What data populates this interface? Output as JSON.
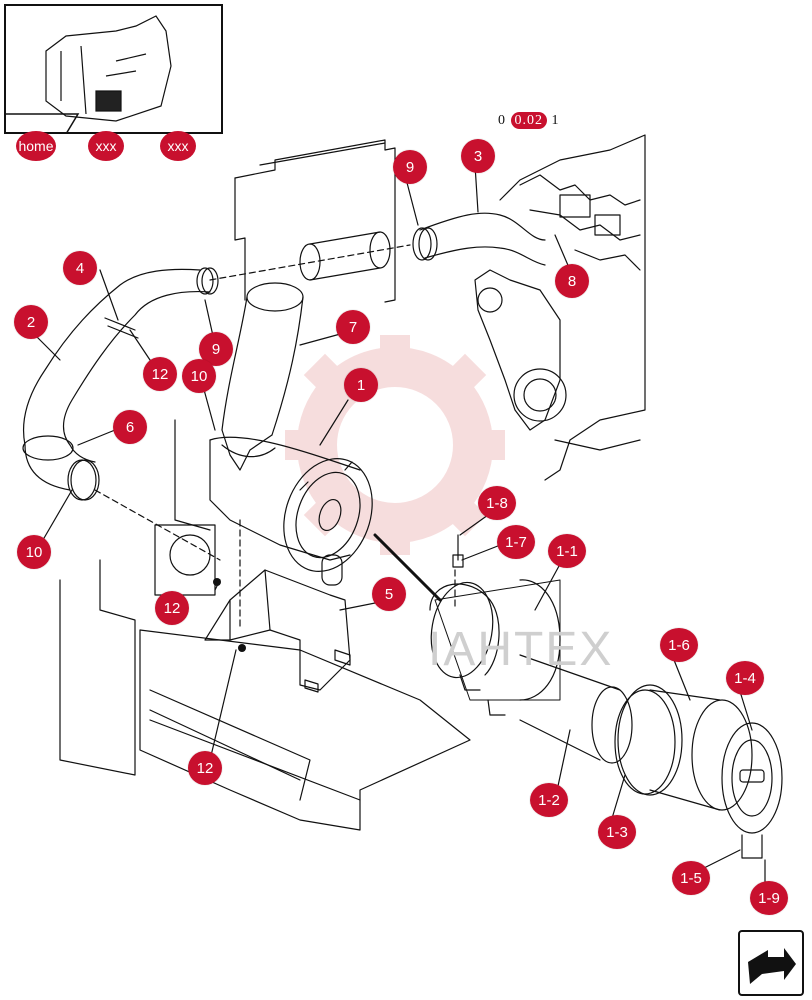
{
  "nav": {
    "home_label": "home",
    "crumb1_label": "xxx",
    "crumb2_label": "xxx"
  },
  "reference": {
    "prefix": "0",
    "code": "0.02",
    "suffix": "1"
  },
  "watermark": {
    "text": "IAHTEX",
    "gear_color": "#e8a0a0"
  },
  "callouts": {
    "c1": "1",
    "c2": "2",
    "c3": "3",
    "c4": "4",
    "c5": "5",
    "c6": "6",
    "c7": "7",
    "c8": "8",
    "c9a": "9",
    "c9b": "9",
    "c10a": "10",
    "c10b": "10",
    "c12a": "12",
    "c12b": "12",
    "c12c": "12",
    "c1_1": "1-1",
    "c1_2": "1-2",
    "c1_3": "1-3",
    "c1_4": "1-4",
    "c1_5": "1-5",
    "c1_6": "1-6",
    "c1_7": "1-7",
    "c1_8": "1-8",
    "c1_9": "1-9"
  },
  "colors": {
    "accent": "#c8102e",
    "line": "#111111"
  },
  "icons": {
    "next_page": "arrow-next-icon"
  }
}
